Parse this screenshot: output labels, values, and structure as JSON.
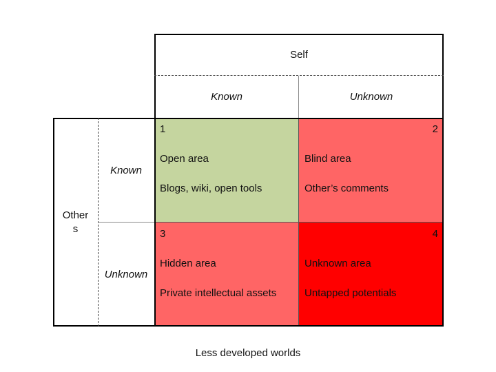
{
  "self": {
    "title": "Self",
    "known": "Known",
    "unknown": "Unknown"
  },
  "others": {
    "title": "Other\ns",
    "known": "Known",
    "unknown": "Unknown"
  },
  "quadrants": [
    {
      "number": "1",
      "name": "Open area",
      "example": "Blogs, wiki, open tools",
      "color": "#c5d59f"
    },
    {
      "number": "2",
      "name": "Blind area",
      "example": "Other’s comments",
      "color": "#ff6565"
    },
    {
      "number": "3",
      "name": "Hidden area",
      "example": "Private intellectual assets",
      "color": "#ff6565"
    },
    {
      "number": "4",
      "name": "Unknown area",
      "example": "Untapped potentials",
      "color": "#ff0000"
    }
  ],
  "caption": "Less developed worlds"
}
